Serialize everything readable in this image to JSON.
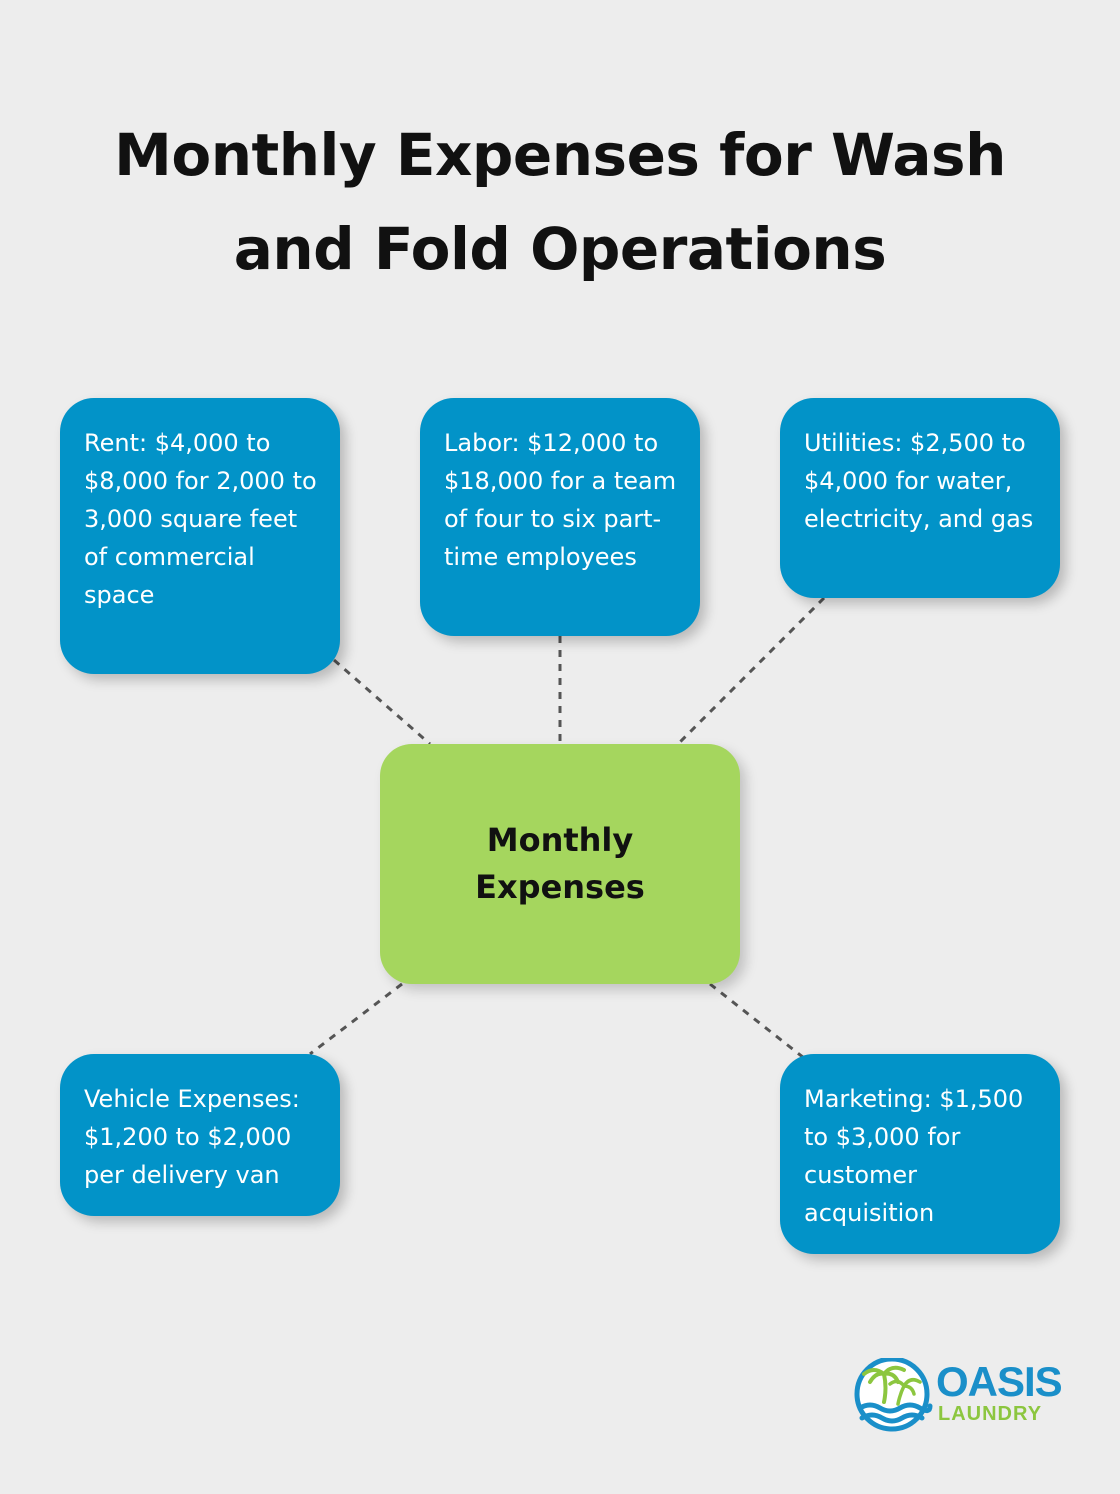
{
  "title": "Monthly Expenses for Wash and Fold Operations",
  "center": {
    "label": "Monthly Expenses"
  },
  "nodes": {
    "rent": "Rent: $4,000 to $8,000 for 2,000 to 3,000 square feet of commercial space",
    "labor": "Labor: $12,000 to $18,000 for a team of four to six part-time employees",
    "utilities": "Utilities: $2,500 to $4,000 for water, electricity, and gas",
    "vehicle": "Vehicle Expenses: $1,200 to $2,000 per delivery van",
    "marketing": "Marketing: $1,500 to $3,000 for customer acquisition"
  },
  "logo": {
    "word": "OASIS",
    "sub": "LAUNDRY",
    "icon": "palm-tree-wave-icon"
  },
  "colors": {
    "background": "#ededed",
    "node": "#0293c8",
    "center": "#a5d65e",
    "connector": "#555555",
    "logo_blue": "#1a8fc9",
    "logo_green": "#8cc63f"
  }
}
